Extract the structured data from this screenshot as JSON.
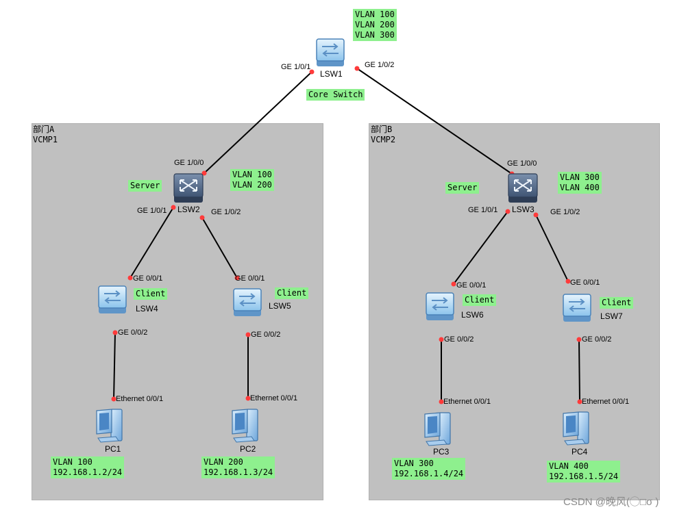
{
  "zones": {
    "a": {
      "line1": "部门A",
      "line2": "VCMP1"
    },
    "b": {
      "line1": "部门B",
      "line2": "VCMP2"
    }
  },
  "tags": {
    "lsw1_vlans": "VLAN 100\nVLAN 200\nVLAN 300",
    "core_switch": "Core Switch",
    "lsw2_vlans": "VLAN 100\nVLAN 200",
    "lsw3_vlans": "VLAN 300\nVLAN 400",
    "server_a": "Server",
    "server_b": "Server",
    "client_lsw4": "Client",
    "client_lsw5": "Client",
    "client_lsw6": "Client",
    "client_lsw7": "Client",
    "pc1_info": "VLAN 100\n192.168.1.2/24",
    "pc2_info": "VLAN 200\n192.168.1.3/24",
    "pc3_info": "VLAN 300\n192.168.1.4/24",
    "pc4_info": "VLAN 400\n192.168.1.5/24"
  },
  "devices": {
    "lsw1": "LSW1",
    "lsw2": "LSW2",
    "lsw3": "LSW3",
    "lsw4": "LSW4",
    "lsw5": "LSW5",
    "lsw6": "LSW6",
    "lsw7": "LSW7",
    "pc1": "PC1",
    "pc2": "PC2",
    "pc3": "PC3",
    "pc4": "PC4"
  },
  "ports": {
    "lsw1_ge101": "GE 1/0/1",
    "lsw1_ge102": "GE 1/0/2",
    "lsw2_ge100": "GE 1/0/0",
    "lsw2_ge101": "GE 1/0/1",
    "lsw2_ge102": "GE 1/0/2",
    "lsw3_ge100": "GE 1/0/0",
    "lsw3_ge101": "GE 1/0/1",
    "lsw3_ge102": "GE 1/0/2",
    "lsw4_ge001": "GE 0/0/1",
    "lsw4_ge002": "GE 0/0/2",
    "lsw5_ge001": "GE 0/0/1",
    "lsw5_ge002": "GE 0/0/2",
    "lsw6_ge001": "GE 0/0/1",
    "lsw6_ge002": "GE 0/0/2",
    "lsw7_ge001": "GE 0/0/1",
    "lsw7_ge002": "GE 0/0/2",
    "pc1_eth": "Ethernet 0/0/1",
    "pc2_eth": "Ethernet 0/0/1",
    "pc3_eth": "Ethernet 0/0/1",
    "pc4_eth": "Ethernet 0/0/1"
  },
  "watermark": "CSDN @晚风(◯□σ )",
  "colors": {
    "zone": "#c0c0c0",
    "tag": "#8ef08e",
    "link": "#000000",
    "port_dot": "#ff3b3b"
  }
}
